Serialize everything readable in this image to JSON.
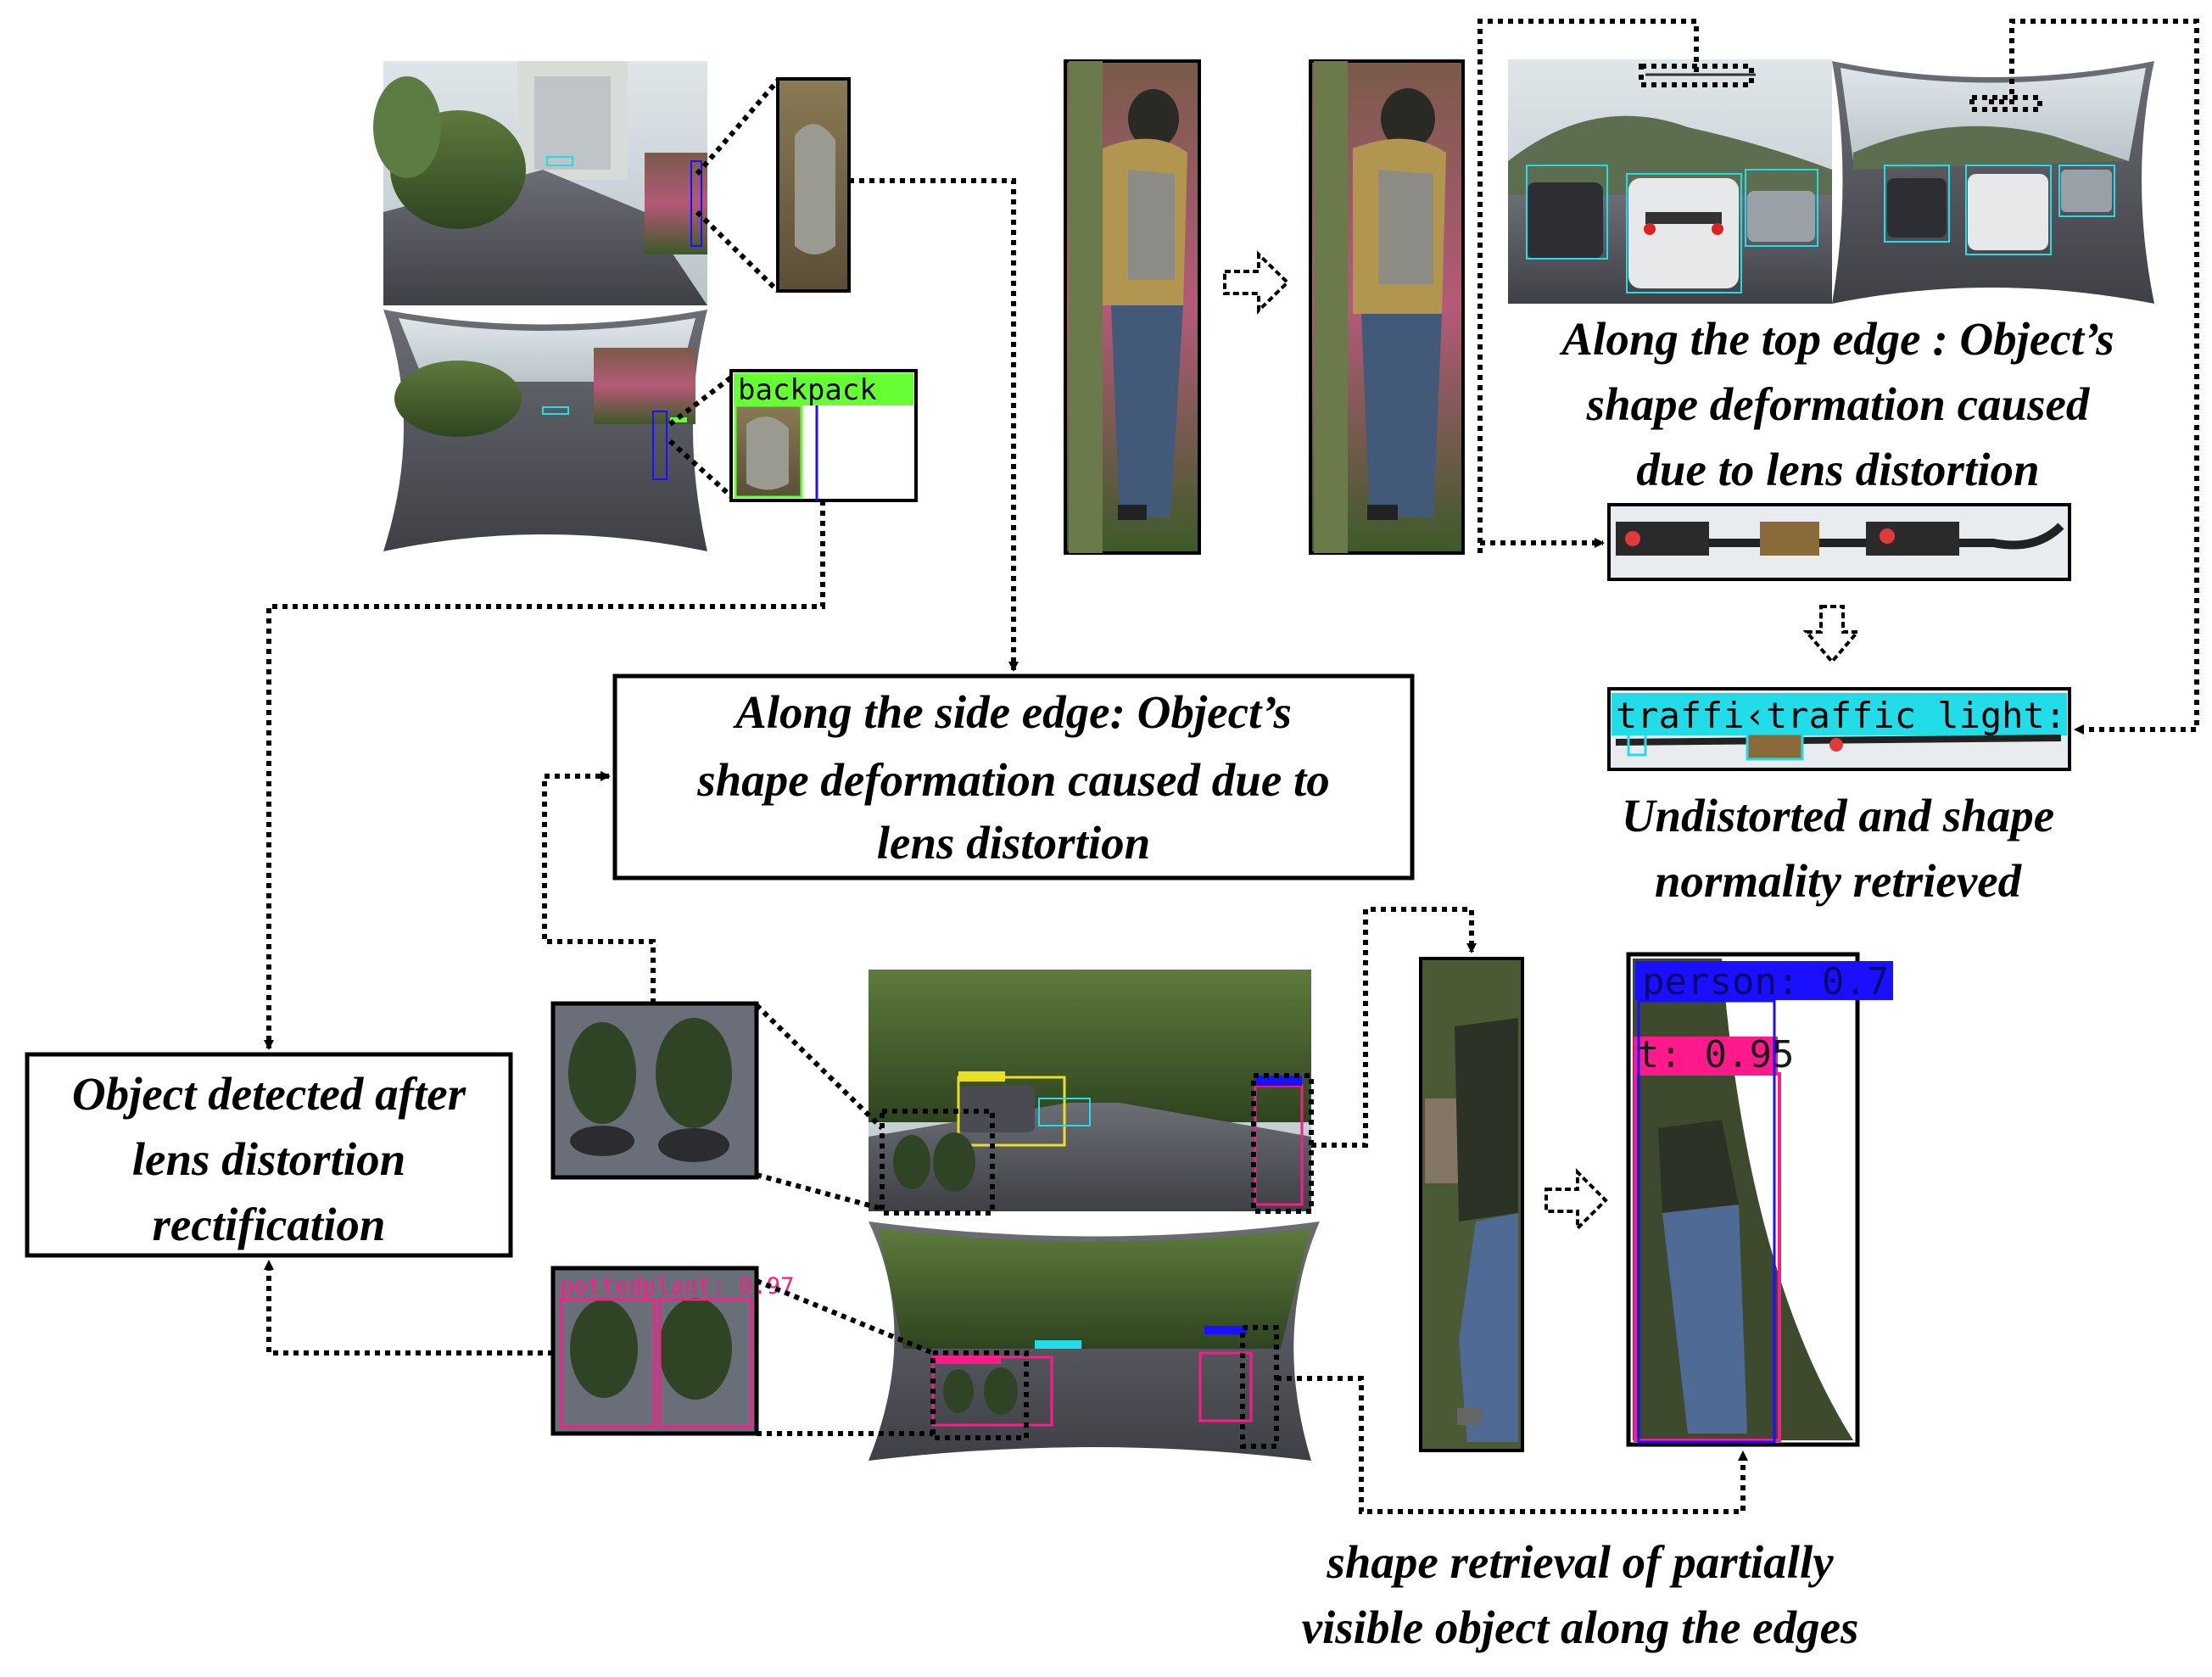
{
  "captions": {
    "top_edge": [
      "Along the top edge : Object’s",
      "shape deformation caused",
      "due to lens distortion"
    ],
    "undistorted": [
      "Undistorted and shape",
      "normality retrieved"
    ],
    "side_edge": [
      "Along the side edge: Object’s",
      "shape deformation caused due to",
      "lens distortion"
    ],
    "detected": [
      "Object detected after",
      "lens distortion",
      "rectification"
    ],
    "partial": [
      "shape retrieval of partially",
      "visible object along the edges"
    ]
  },
  "detection_labels": {
    "backpack": "backpack",
    "traffic_light": "traffi‹traffic light:",
    "person": "person: 0.7",
    "partial_person": "t: 0.95",
    "potted_plant": "pottedplant: 0.97"
  },
  "colors": {
    "backpack_label": "#66ff33",
    "traffic_light_label": "#22dde8",
    "person_label": "#1a10ff",
    "partial_person_label": "#ff1a8c",
    "potted_plant_box": "#ff1a8c",
    "car_box": "#22dde8"
  },
  "icons": {
    "transform_arrow": "dashed-hollow-arrow-icon"
  }
}
